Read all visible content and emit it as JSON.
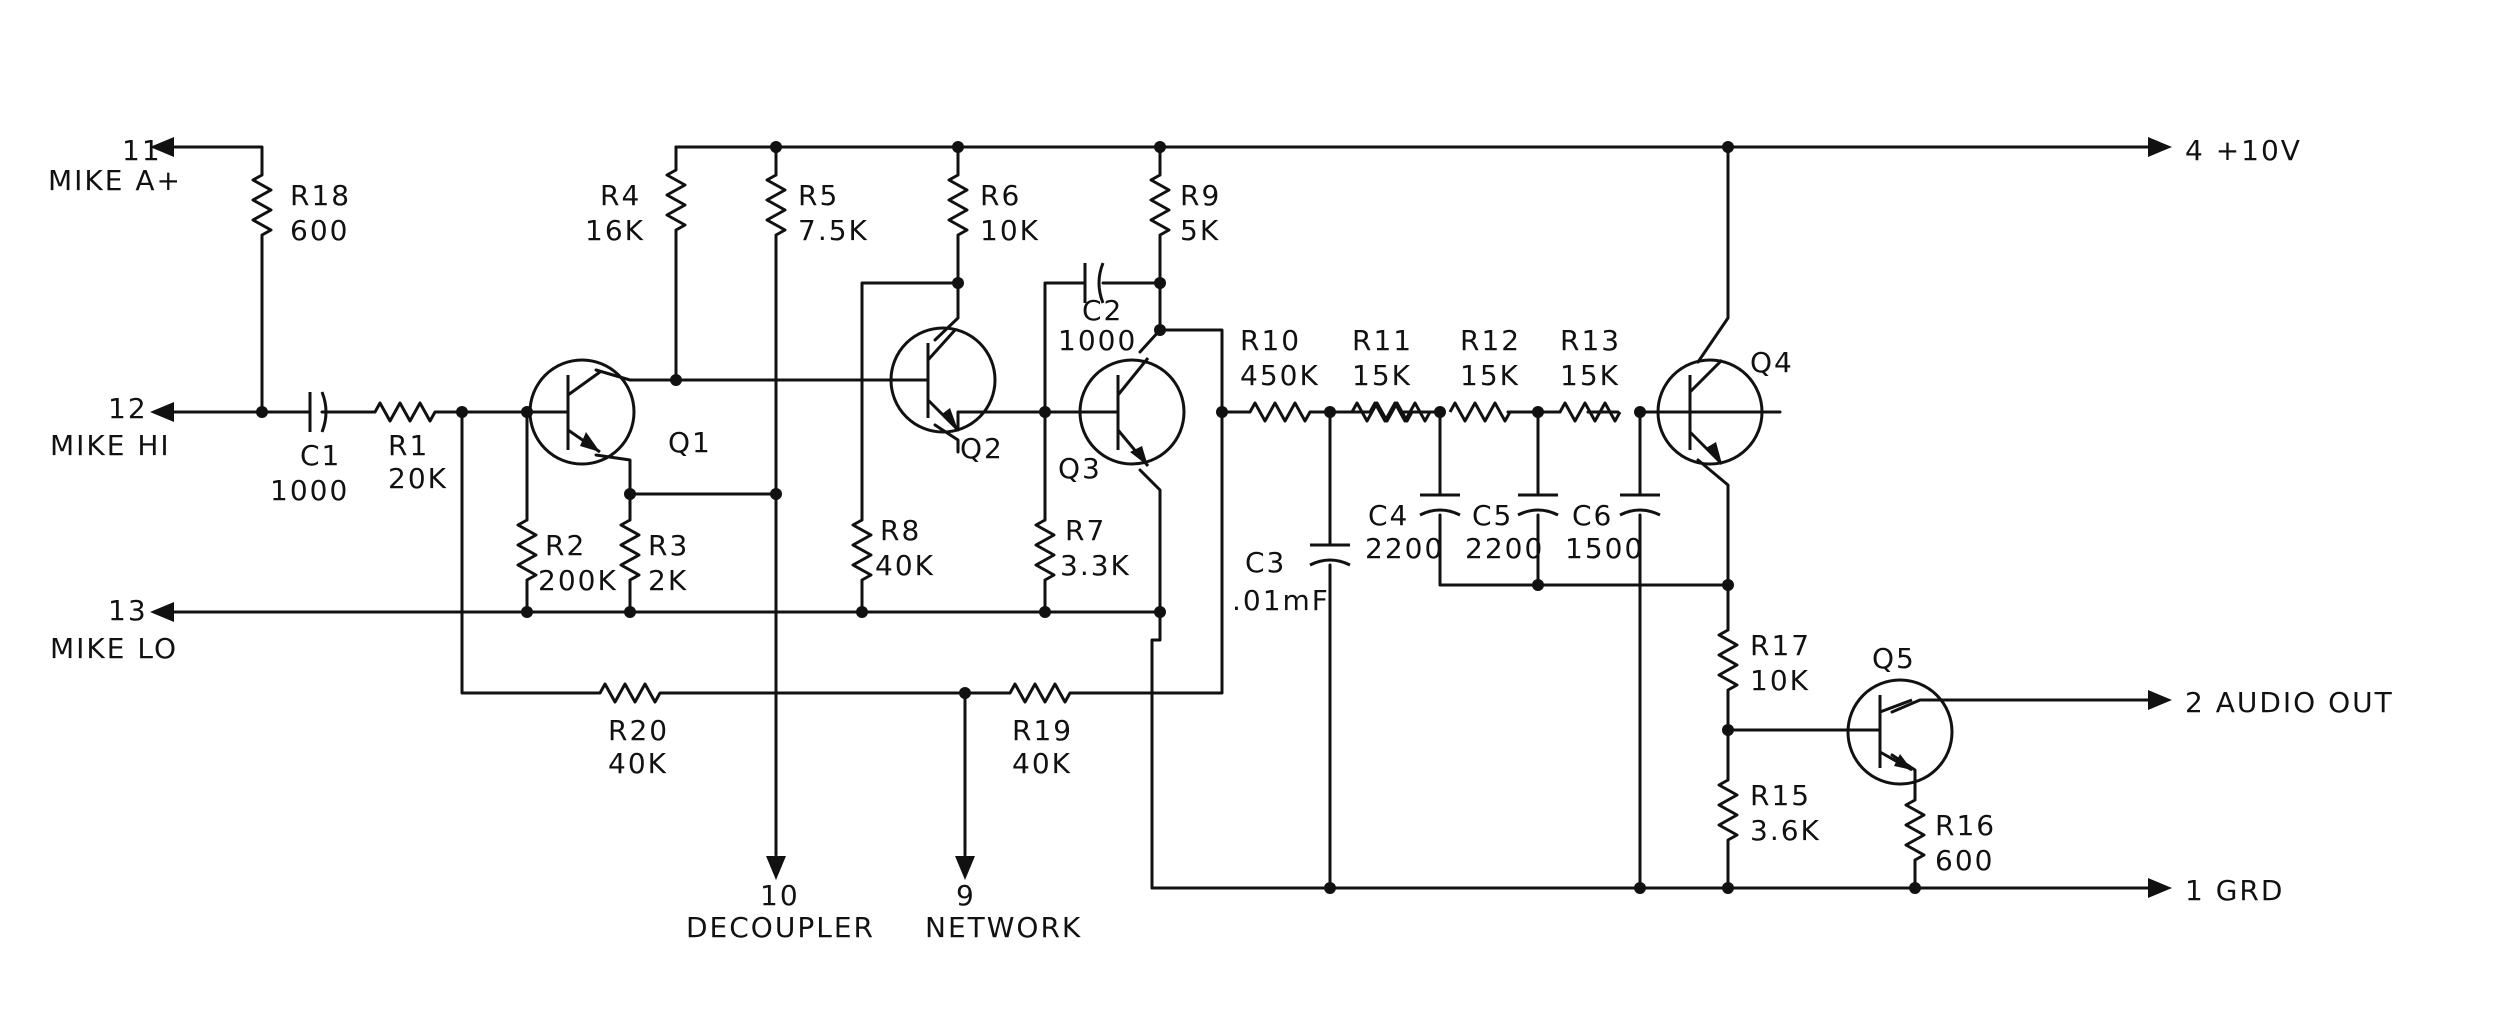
{
  "ports": {
    "p11": {
      "number": "11",
      "name": "MIKE A+"
    },
    "p12": {
      "number": "12",
      "name": "MIKE HI"
    },
    "p13": {
      "number": "13",
      "name": "MIKE LO"
    },
    "p4": {
      "text": "4 +10V"
    },
    "p2": {
      "text": "2 AUDIO OUT"
    },
    "p1": {
      "text": "1 GRD"
    },
    "p10": {
      "number": "10",
      "name": "DECOUPLER"
    },
    "p9": {
      "number": "9",
      "name": "NETWORK"
    }
  },
  "components": {
    "R18": {
      "ref": "R18",
      "value": "600"
    },
    "C1": {
      "ref": "C1",
      "value": "1000"
    },
    "R1": {
      "ref": "R1",
      "value": "20K"
    },
    "R2": {
      "ref": "R2",
      "value": "200K"
    },
    "R3": {
      "ref": "R3",
      "value": "2K"
    },
    "R4": {
      "ref": "R4",
      "value": "16K"
    },
    "R5": {
      "ref": "R5",
      "value": "7.5K"
    },
    "R6": {
      "ref": "R6",
      "value": "10K"
    },
    "R8": {
      "ref": "R8",
      "value": "40K"
    },
    "R7": {
      "ref": "R7",
      "value": "3.3K"
    },
    "R9": {
      "ref": "R9",
      "value": "5K"
    },
    "C2": {
      "ref": "C2",
      "value": "1000"
    },
    "R10": {
      "ref": "R10",
      "value": "450K"
    },
    "R11": {
      "ref": "R11",
      "value": "15K"
    },
    "R12": {
      "ref": "R12",
      "value": "15K"
    },
    "R13": {
      "ref": "R13",
      "value": "15K"
    },
    "C3": {
      "ref": "C3",
      "value": ".01mF"
    },
    "C4": {
      "ref": "C4",
      "value": "2200"
    },
    "C5": {
      "ref": "C5",
      "value": "2200"
    },
    "C6": {
      "ref": "C6",
      "value": "1500"
    },
    "R20": {
      "ref": "R20",
      "value": "40K"
    },
    "R19": {
      "ref": "R19",
      "value": "40K"
    },
    "R17": {
      "ref": "R17",
      "value": "10K"
    },
    "R15": {
      "ref": "R15",
      "value": "3.6K"
    },
    "R16": {
      "ref": "R16",
      "value": "600"
    }
  },
  "transistors": {
    "Q1": "Q1",
    "Q2": "Q2",
    "Q3": "Q3",
    "Q4": "Q4",
    "Q5": "Q5"
  }
}
